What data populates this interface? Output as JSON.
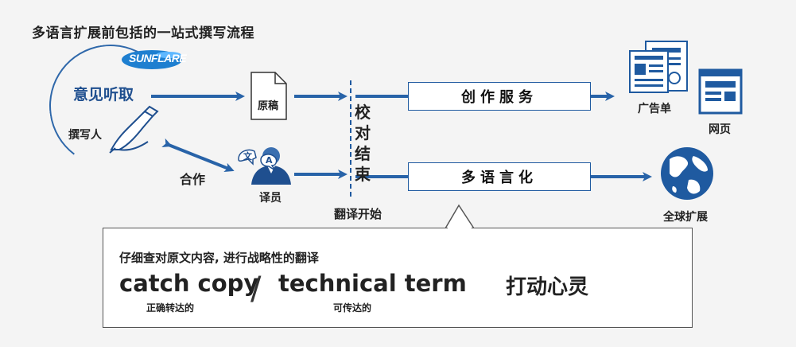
{
  "title": "多语言扩展前包括的一站式撰写流程",
  "logo": "SUNFLARE",
  "hearing": "意见听取",
  "writer": "撰写人",
  "cooperation": "合作",
  "manuscript": "原稿",
  "translator": "译员",
  "translator_bubble": "文",
  "translator_bubble2": "A",
  "proofread_end": [
    "校",
    "对",
    "结",
    "束"
  ],
  "translation_start": "翻译开始",
  "creation_service": "创作服务",
  "localization": "多语言化",
  "flyer": "广告单",
  "webpage": "网页",
  "global": "全球扩展",
  "callout": {
    "heading": "仔细查对原文内容, 进行战略性的翻译",
    "catch_copy": "catch copy",
    "catch_copy_sub": "正确转达的",
    "slash": "/",
    "technical_term": "technical term",
    "technical_term_sub": "可传达的",
    "touching": "打动心灵",
    "exclamation": "!"
  },
  "colors": {
    "primary": "#1f5aa0",
    "arrow": "#2863a8",
    "accent_orange": "#f08a1a",
    "background": "#f4f4f4"
  }
}
